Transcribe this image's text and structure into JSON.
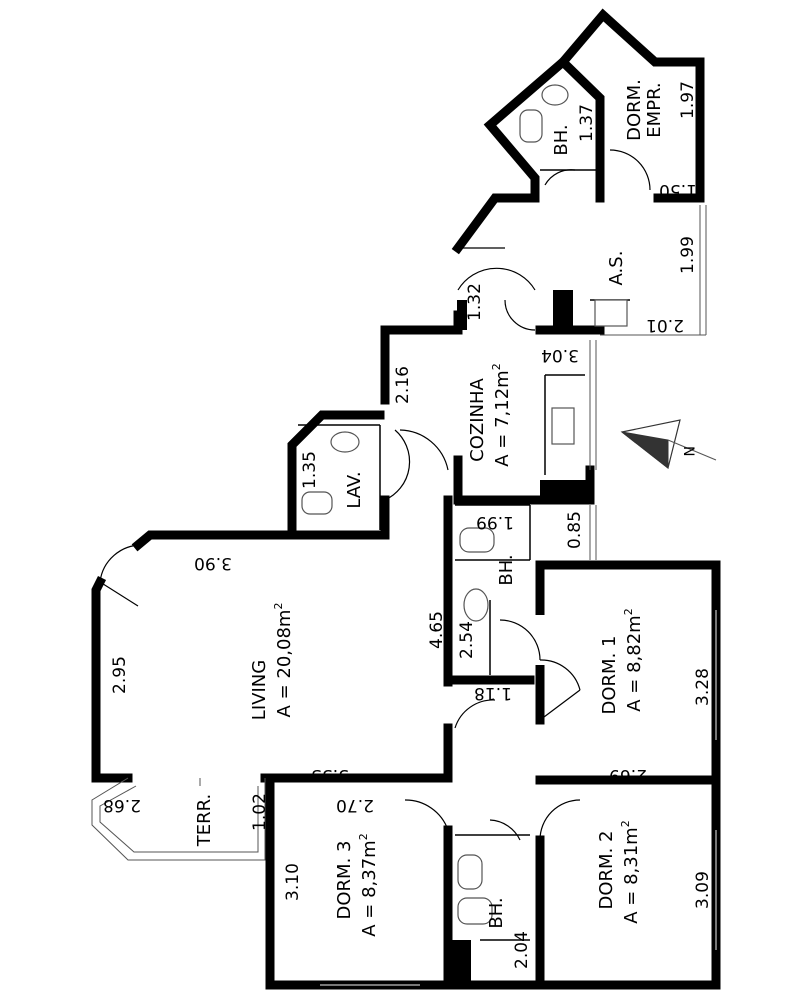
{
  "rooms": [
    {
      "key": "living",
      "name": "LIVING",
      "area": "A = 20,08m",
      "sup": "2"
    },
    {
      "key": "cozinha",
      "name": "COZINHA",
      "area": "A = 7,12m",
      "sup": "2"
    },
    {
      "key": "dorm1",
      "name": "DORM. 1",
      "area": "A = 8,82m",
      "sup": "2"
    },
    {
      "key": "dorm2",
      "name": "DORM. 2",
      "area": "A = 8,31m",
      "sup": "2"
    },
    {
      "key": "dorm3",
      "name": "DORM. 3",
      "area": "A = 8,37m",
      "sup": "2"
    }
  ],
  "labels": {
    "lav": "LAV.",
    "bh_top": "BH.",
    "bh_mid": "BH.",
    "bh_bottom": "BH.",
    "as": "A.S.",
    "terr": "TERR.",
    "dorm_empr_1": "DORM.",
    "dorm_empr_2": "EMPR.",
    "north": "N"
  },
  "dimensions": {
    "d_3_90": "3.90",
    "d_2_95": "2.95",
    "d_5_53": "5.53",
    "d_2_68": "2.68",
    "d_1_02": "1.02",
    "d_2_70": "2.70",
    "d_3_10": "3.10",
    "d_2_04": "2.04",
    "d_1_35": "1.35",
    "d_2_16": "2.16",
    "d_4_65": "4.65",
    "d_2_54": "2.54",
    "d_1_99a": "1.99",
    "d_0_85": "0.85",
    "d_1_18": "1.18",
    "d_3_28": "3.28",
    "d_2_69": "2.69",
    "d_3_09": "3.09",
    "d_1_32": "1.32",
    "d_3_04": "3.04",
    "d_2_01": "2.01",
    "d_1_99b": "1.99",
    "d_1_37": "1.37",
    "d_1_97": "1.97",
    "d_1_50": "1.50"
  }
}
